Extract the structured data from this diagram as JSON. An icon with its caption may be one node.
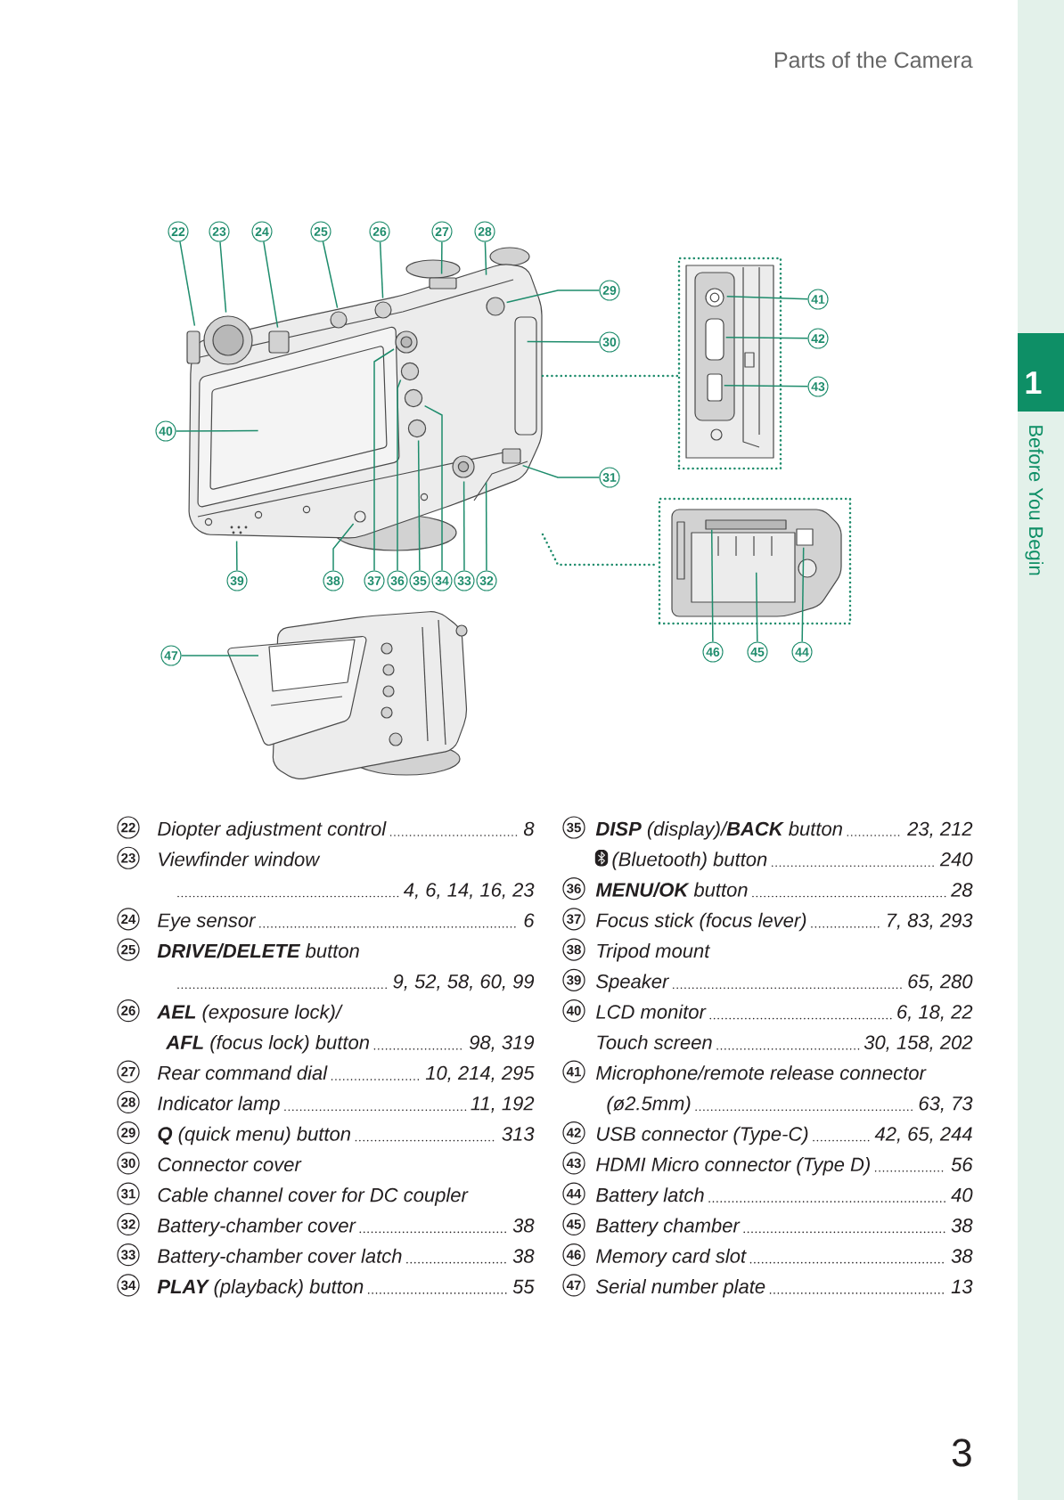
{
  "diagram": {
    "title": "Parts of the Camera",
    "nodes": [
      {
        "text": [
          "22"
        ]
      },
      {
        "text": [
          "23"
        ]
      },
      {
        "text": [
          "24"
        ]
      },
      {
        "text": [
          "25"
        ]
      },
      {
        "text": [
          "26"
        ]
      },
      {
        "text": [
          "27"
        ]
      },
      {
        "text": [
          "28"
        ]
      },
      {
        "text": [
          "29"
        ]
      },
      {
        "text": [
          "30"
        ]
      },
      {
        "text": [
          "31"
        ]
      },
      {
        "text": [
          "32"
        ]
      },
      {
        "text": [
          "33"
        ]
      },
      {
        "text": [
          "34"
        ]
      },
      {
        "text": [
          "35"
        ]
      },
      {
        "text": [
          "36"
        ]
      },
      {
        "text": [
          "37"
        ]
      },
      {
        "text": [
          "38"
        ]
      },
      {
        "text": [
          "39"
        ]
      },
      {
        "text": [
          "40"
        ]
      },
      {
        "text": [
          "41"
        ]
      },
      {
        "text": [
          "42"
        ]
      },
      {
        "text": [
          "43"
        ]
      },
      {
        "text": [
          "44"
        ]
      },
      {
        "text": [
          "45"
        ]
      },
      {
        "text": [
          "46"
        ]
      },
      {
        "text": [
          "47"
        ]
      },
      {
        "text": [],
        "shape": "picture"
      },
      {
        "text": [],
        "shape": "picture"
      },
      {
        "text": [],
        "shape": "picture"
      }
    ],
    "edges": [
      {
        "from": 0,
        "to": 26,
        "arrow": "none"
      },
      {
        "from": 1,
        "to": 26,
        "arrow": "none"
      },
      {
        "from": 2,
        "to": 26,
        "arrow": "none"
      },
      {
        "from": 3,
        "to": 26,
        "arrow": "none"
      },
      {
        "from": 4,
        "to": 26,
        "arrow": "none"
      },
      {
        "from": 5,
        "to": 26,
        "arrow": "none"
      },
      {
        "from": 6,
        "to": 26,
        "arrow": "none"
      },
      {
        "from": 7,
        "to": 26,
        "arrow": "none"
      },
      {
        "from": 8,
        "to": 26,
        "arrow": "none"
      },
      {
        "from": 9,
        "to": 26,
        "arrow": "none"
      },
      {
        "from": 10,
        "to": 26,
        "arrow": "none"
      },
      {
        "from": 11,
        "to": 26,
        "arrow": "none"
      },
      {
        "from": 12,
        "to": 26,
        "arrow": "none"
      },
      {
        "from": 13,
        "to": 26,
        "arrow": "none"
      },
      {
        "from": 14,
        "to": 26,
        "arrow": "none"
      },
      {
        "from": 15,
        "to": 26,
        "arrow": "none"
      },
      {
        "from": 16,
        "to": 26,
        "arrow": "none"
      },
      {
        "from": 17,
        "to": 26,
        "arrow": "none"
      },
      {
        "from": 18,
        "to": 26,
        "arrow": "none"
      },
      {
        "from": 19,
        "to": 27,
        "arrow": "none"
      },
      {
        "from": 20,
        "to": 27,
        "arrow": "none"
      },
      {
        "from": 21,
        "to": 27,
        "arrow": "none"
      },
      {
        "from": 22,
        "to": 28,
        "arrow": "none"
      },
      {
        "from": 23,
        "to": 28,
        "arrow": "none"
      },
      {
        "from": 24,
        "to": 28,
        "arrow": "none"
      },
      {
        "from": 25,
        "to": null,
        "arrow": "none"
      },
      {
        "from": 26,
        "to": 27,
        "arrow": "none",
        "style": "dashed"
      },
      {
        "from": 26,
        "to": 28,
        "arrow": "none",
        "style": "dashed"
      }
    ],
    "labels": [
      "1",
      "Before You Begin",
      "22",
      "Diopter adjustment control",
      "8",
      "23",
      "Viewfinder window",
      "4, 6, 14, 16, 23",
      "24",
      "Eye sensor",
      "6",
      "25",
      "**DRIVE/DELETE** button",
      "9, 52, 58, 60, 99",
      "26",
      "**AEL** (exposure lock)/",
      "**AFL** (focus lock) button",
      "98, 319",
      "27",
      "Rear command dial",
      "10, 214, 295",
      "28",
      "Indicator lamp",
      "11, 192",
      "29",
      "**Q** (quick menu) button",
      "313",
      "30",
      "Connector cover",
      "31",
      "Cable channel cover for DC coupler",
      "32",
      "Battery-chamber cover",
      "38",
      "33",
      "Battery-chamber cover latch",
      "38",
      "34",
      "**PLAY** (playback) button",
      "55",
      "35",
      "**DISP** (display)/**BACK** button",
      "23, 212",
      "(Bluetooth) button",
      "240",
      "36",
      "**MENU/OK** button",
      "28",
      "37",
      "Focus stick (focus lever)",
      "7, 83, 293",
      "38",
      "Tripod mount",
      "39",
      "Speaker",
      "65, 280",
      "40",
      "LCD monitor",
      "6, 18, 22",
      "Touch screen",
      "30, 158, 202",
      "41",
      "Microphone/remote release connector",
      "(ø2.5mm)",
      "63, 73",
      "42",
      "USB connector (Type-C)",
      "42, 65, 244",
      "43",
      "HDMI Micro connector (Type D)",
      "56",
      "44",
      "Battery latch",
      "40",
      "45",
      "Battery chamber",
      "38",
      "46",
      "Memory card slot",
      "38",
      "47",
      "Serial number plate",
      "13",
      "3"
    ]
  }
}
